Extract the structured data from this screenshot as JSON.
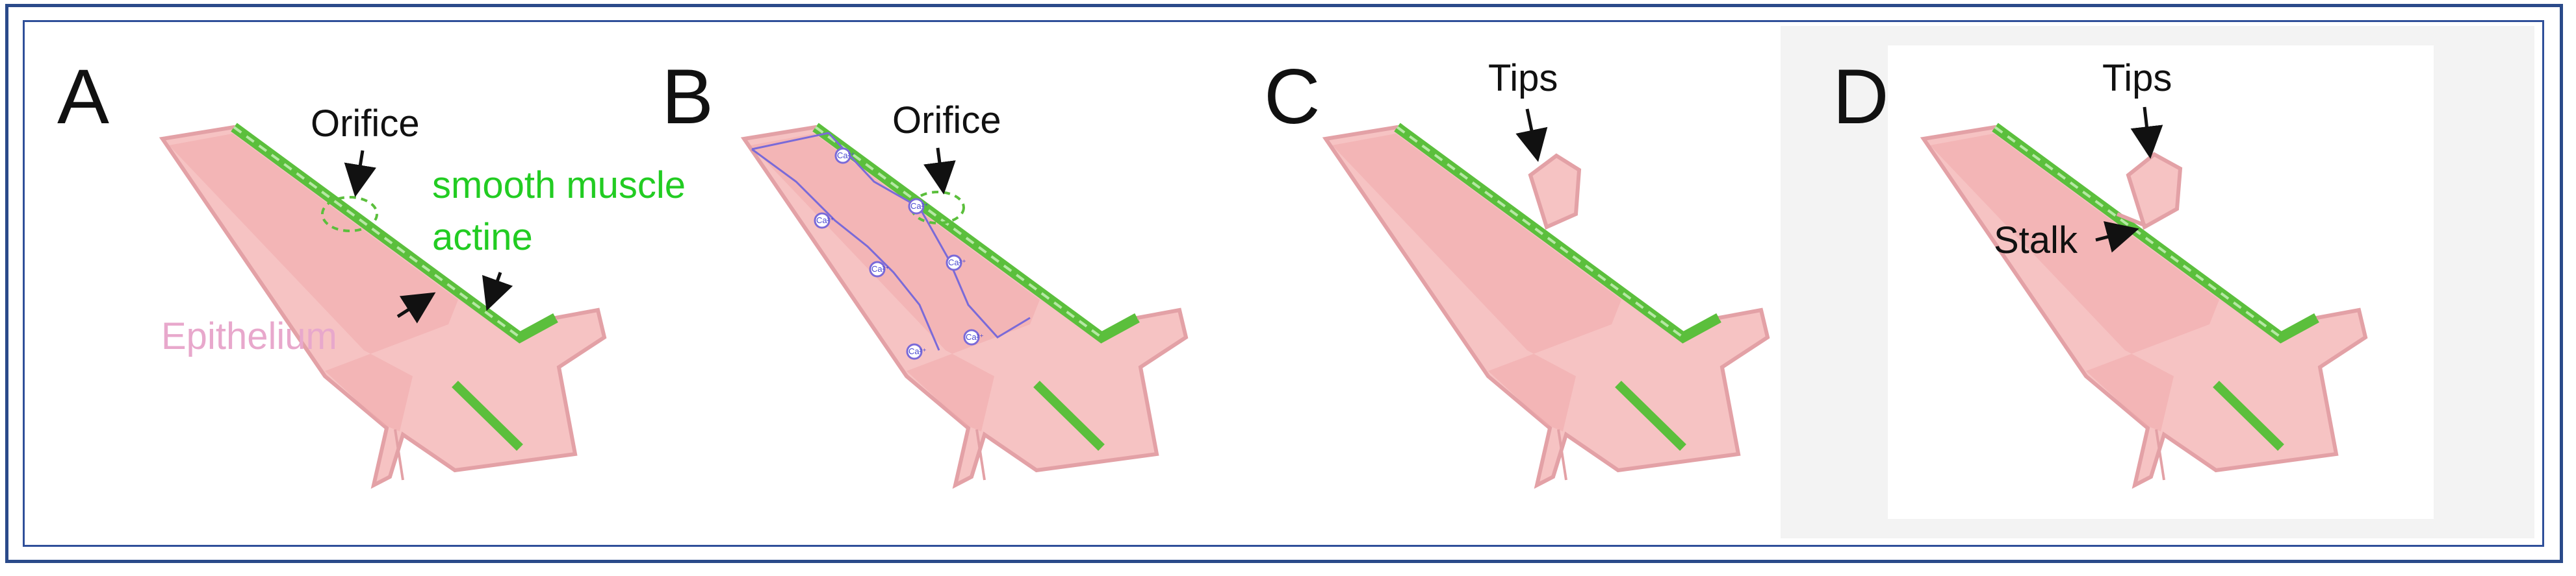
{
  "panels": {
    "a": {
      "letter": "A",
      "orifice": "Orifice",
      "smooth_muscle": "smooth muscle",
      "actine": "actine",
      "epithelium": "Epithelium"
    },
    "b": {
      "letter": "B",
      "orifice": "Orifice",
      "ca_label": "Ca²⁺"
    },
    "c": {
      "letter": "C",
      "tips": "Tips"
    },
    "d": {
      "letter": "D",
      "tips": "Tips",
      "stalk": "Stalk"
    }
  },
  "colors": {
    "tube_fill": "#f6c3c3",
    "tube_outline": "#e3a1a6",
    "lumen": "#ef9ea0",
    "smooth_muscle": "#5bbf3c",
    "muscle_dash": "#b6e8a4",
    "calcium": "#7a6ad8",
    "frame": "#2a4a8a",
    "label_green": "#22cc22",
    "label_pink": "#e8a8cc"
  }
}
